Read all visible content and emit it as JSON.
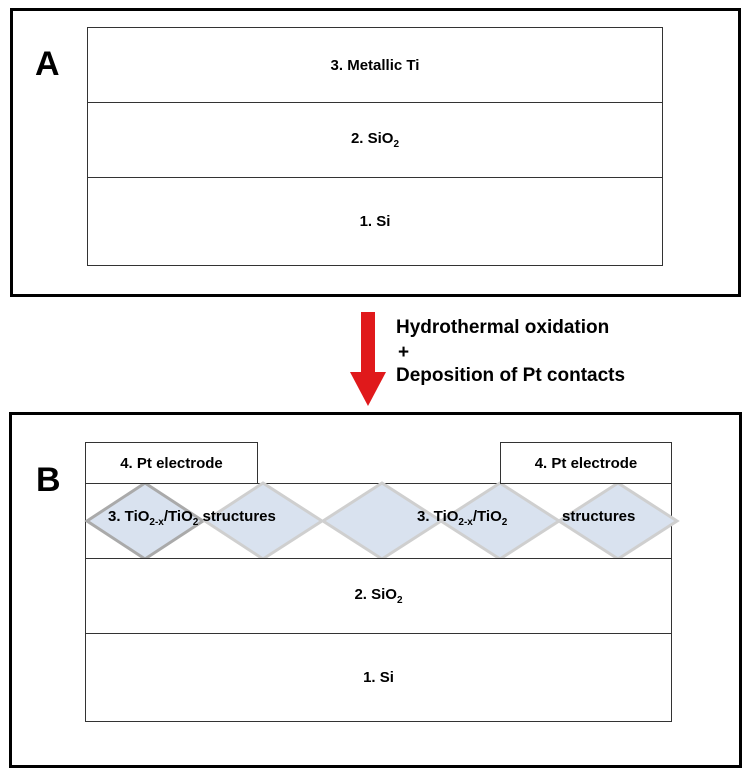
{
  "panel_a": {
    "letter": "A",
    "layers": {
      "top": "3. Metallic Ti",
      "middle_prefix": "2. SiO",
      "middle_sub": "2",
      "bottom": "1. Si"
    }
  },
  "process": {
    "line1": "Hydrothermal oxidation",
    "plus": "+",
    "line2": "Deposition of Pt contacts",
    "arrow_color": "#e0191b"
  },
  "panel_b": {
    "letter": "B",
    "electrode_left": "4. Pt electrode",
    "electrode_right": "4. Pt electrode",
    "structures": {
      "label1_prefix": "3. TiO",
      "label1_sub": "2-x",
      "label1_mid": "/TiO",
      "label1_sub2": "2",
      "label1_suffix": " structures",
      "label2_prefix": "3. TiO",
      "label2_sub": "2-x",
      "label2_mid": "/TiO",
      "label2_sub2": "2",
      "label3": "structures",
      "fill_color": "#d9e2ef",
      "edge_color": "#c8c8c8"
    },
    "layers": {
      "middle_prefix": "2. SiO",
      "middle_sub": "2",
      "bottom": "1. Si"
    }
  }
}
